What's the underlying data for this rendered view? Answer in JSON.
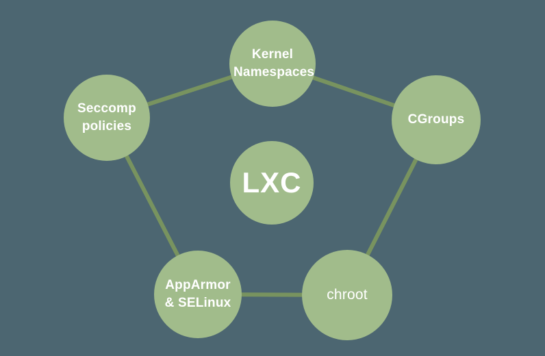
{
  "diagram": {
    "title": "LXC security features pentagon diagram",
    "center": {
      "id": "lxc",
      "label": "LXC"
    },
    "nodes": [
      {
        "id": "kernel-namespaces",
        "label": "Kernel Namespaces"
      },
      {
        "id": "seccomp-policies",
        "label": "Seccomp policies"
      },
      {
        "id": "cgroups",
        "label": "CGroups"
      },
      {
        "id": "apparmor-selinux",
        "label": "AppArmor & SELinux"
      },
      {
        "id": "chroot",
        "label": "chroot"
      }
    ],
    "edges": [
      {
        "from": "kernel-namespaces",
        "to": "seccomp-policies"
      },
      {
        "from": "kernel-namespaces",
        "to": "cgroups"
      },
      {
        "from": "seccomp-policies",
        "to": "apparmor-selinux"
      },
      {
        "from": "cgroups",
        "to": "chroot"
      },
      {
        "from": "apparmor-selinux",
        "to": "chroot"
      }
    ],
    "colors": {
      "background": "#4c6671",
      "node_fill": "#a1bc8b",
      "edge_stroke": "#78935f",
      "text": "#ffffff"
    }
  }
}
